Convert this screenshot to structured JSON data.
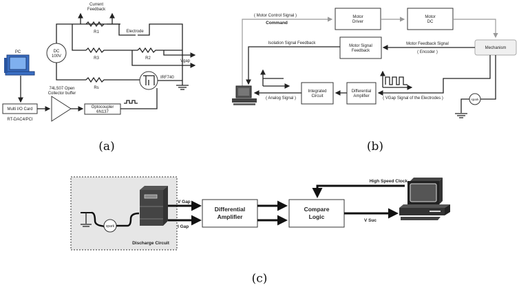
{
  "panels": {
    "a": {
      "caption": "(a)",
      "pc_label": "PC",
      "current_feedback": [
        "Current",
        "Feedback"
      ],
      "dc_source": [
        "DC",
        "100V"
      ],
      "resistors": {
        "r1": "R1",
        "r2": "R2",
        "r3": "R3",
        "rs": "Rs"
      },
      "electrode": "Electrode",
      "vgap": "Vgap",
      "mosfet": "IRF740",
      "buffer_label": [
        "74LS07 Open",
        "Collector buffer"
      ],
      "multi_io": "Multi I/O Card",
      "card_model": "RT-DAC4/PCI",
      "optocoupler": [
        "Optocoupler",
        "6N137"
      ]
    },
    "b": {
      "caption": "(b)",
      "motor_control_signal": "( Motor Control Signal )",
      "command": "Command",
      "motor_driver": [
        "Motor",
        "Driver"
      ],
      "motor_dc": [
        "Motor",
        "DC"
      ],
      "mechanism": "Mechanism",
      "isolation_feedback": "Isolation Signal Feedback",
      "motor_signal_feedback": [
        "Motor Signal",
        "Feedback"
      ],
      "motor_feedback_signal": "Motor Feedback Signal",
      "encoder": "( Encoder )",
      "analog_signal": "( Analog Signal )",
      "integrated_circuit": [
        "Integrated",
        "Circuit"
      ],
      "differential_amplifier": [
        "Differential",
        "Amplifier"
      ],
      "vgap_signal": "( VGap Signal of the Electrodes )",
      "spark": "spark"
    },
    "c": {
      "caption": "(c)",
      "discharge_circuit": "Discharge Circuit",
      "spark": "spark",
      "v_gap": "V Gap",
      "i_gap": "I Gap",
      "differential_amplifier": [
        "Differential",
        "Amplifier"
      ],
      "compare_logic": [
        "Compare",
        "Logic"
      ],
      "high_speed_clock": "High Speed Clock",
      "v_suc": "V Suc"
    }
  }
}
